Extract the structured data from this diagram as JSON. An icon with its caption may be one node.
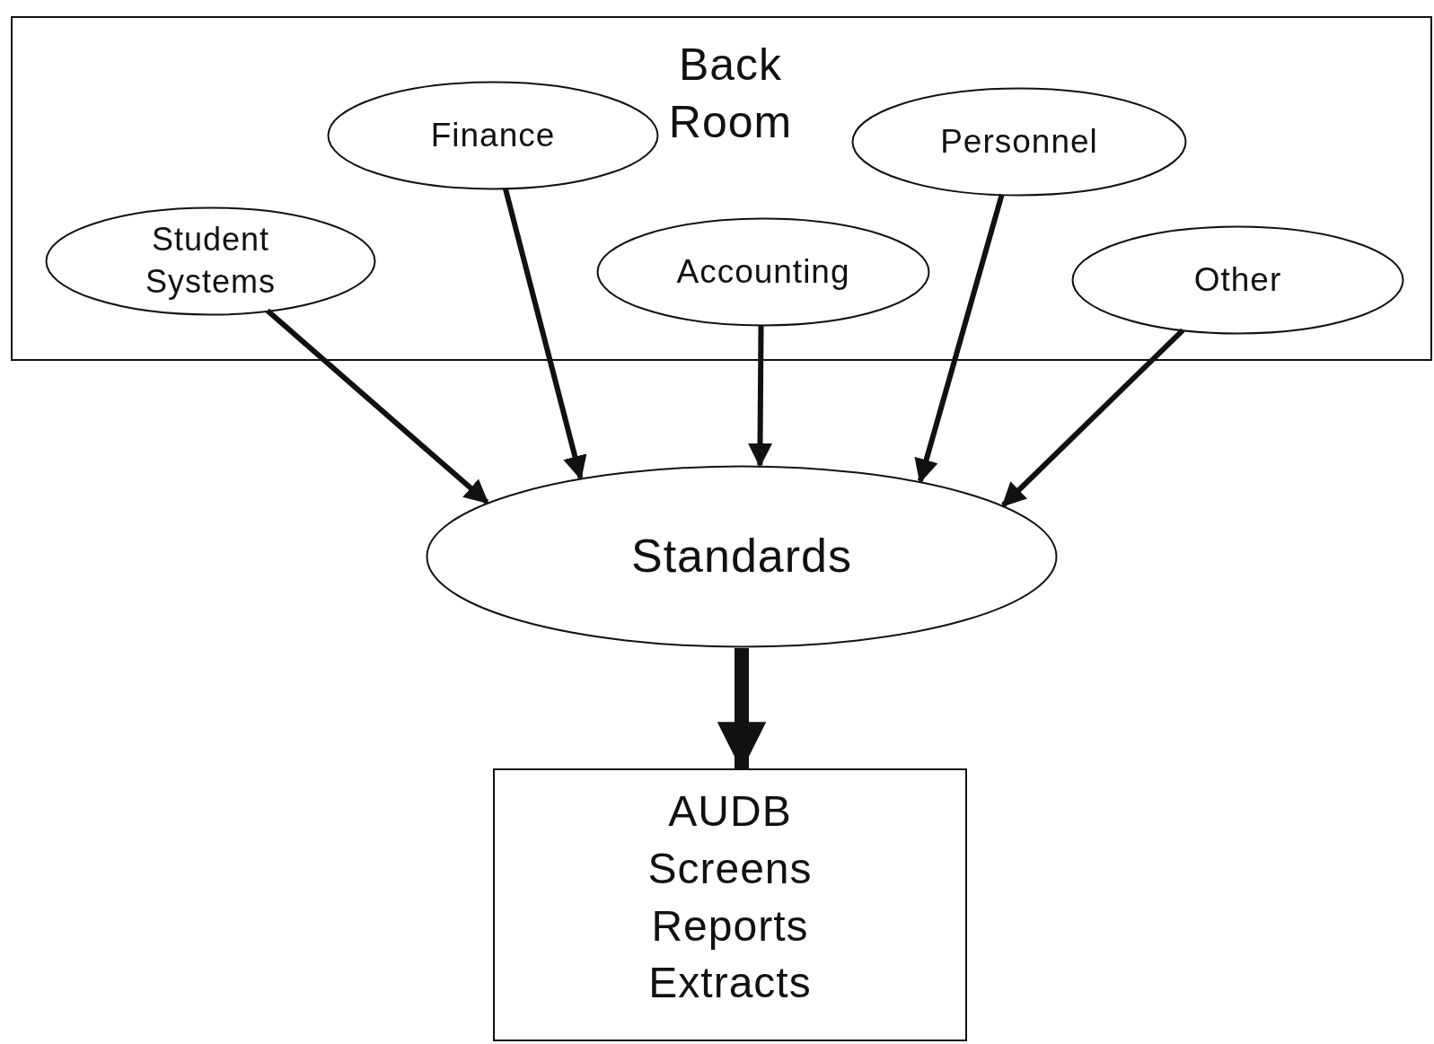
{
  "diagram": {
    "nodes": [
      {
        "text": [
          "Back Room"
        ]
      },
      {
        "text": [
          "Finance"
        ],
        "in": 0
      },
      {
        "text": [
          "Personnel"
        ],
        "in": 0
      },
      {
        "text": [
          "Student Systems"
        ],
        "in": 0
      },
      {
        "text": [
          "Accounting"
        ],
        "in": 0
      },
      {
        "text": [
          "Other"
        ],
        "in": 0
      },
      {
        "text": [
          "Standards"
        ]
      },
      {
        "text": [
          "AUDB",
          "Screens",
          "Reports",
          "Extracts"
        ]
      }
    ],
    "edges": [
      {
        "from": 3,
        "to": 6,
        "arrow": "to"
      },
      {
        "from": 1,
        "to": 6,
        "arrow": "to"
      },
      {
        "from": 4,
        "to": 6,
        "arrow": "to"
      },
      {
        "from": 2,
        "to": 6,
        "arrow": "to"
      },
      {
        "from": 5,
        "to": 6,
        "arrow": "to"
      },
      {
        "from": 6,
        "to": 7,
        "arrow": "to",
        "style": "thick"
      }
    ]
  }
}
